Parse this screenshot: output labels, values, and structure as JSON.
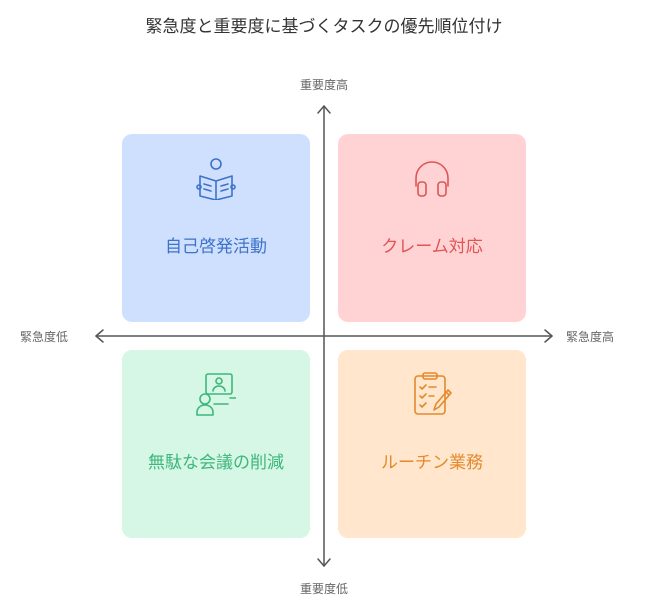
{
  "title": "緊急度と重要度に基づくタスクの優先順位付け",
  "axes": {
    "top": "重要度高",
    "bottom": "重要度低",
    "left": "緊急度低",
    "right": "緊急度高"
  },
  "quadrants": {
    "top_left": {
      "label": "自己啓発活動",
      "icon": "person-reading-book-icon",
      "color": "#3e72c9",
      "bg": "#cfe0ff"
    },
    "top_right": {
      "label": "クレーム対応",
      "icon": "headphones-icon",
      "color": "#e05454",
      "bg": "#ffd3d3"
    },
    "bottom_left": {
      "label": "無駄な会議の削減",
      "icon": "video-meeting-icon",
      "color": "#3db77a",
      "bg": "#d6f6e6"
    },
    "bottom_right": {
      "label": "ルーチン業務",
      "icon": "clipboard-checklist-icon",
      "color": "#e38a2e",
      "bg": "#ffe6cc"
    }
  }
}
